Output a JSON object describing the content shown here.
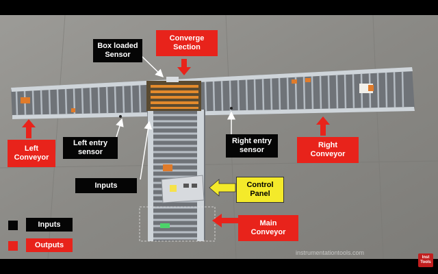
{
  "labels": {
    "box_loaded_sensor": "Box loaded\nSensor",
    "converge_section": "Converge\nSection",
    "left_entry_sensor": "Left entry\nsensor",
    "right_entry_sensor": "Right entry\nsensor",
    "inputs": "Inputs",
    "control_panel": "Control\nPanel",
    "left_conveyor": "Left\nConveyor",
    "right_conveyor": "Right\nConveyor",
    "main_conveyor": "Main\nConveyor"
  },
  "legend": {
    "inputs_label": "Inputs",
    "outputs_label": "Outputs"
  },
  "watermark": {
    "site": "instrumentationtools.com",
    "logo_text": "Inst\nTools"
  },
  "colors": {
    "floor": "#8d8c88",
    "frame": "#c9cfd5",
    "roller": "#9aa2aa",
    "output_red": "#e8231b",
    "input_black": "#050505",
    "panel_yellow": "#f4ea2a",
    "box_orange": "#e07b2a"
  }
}
